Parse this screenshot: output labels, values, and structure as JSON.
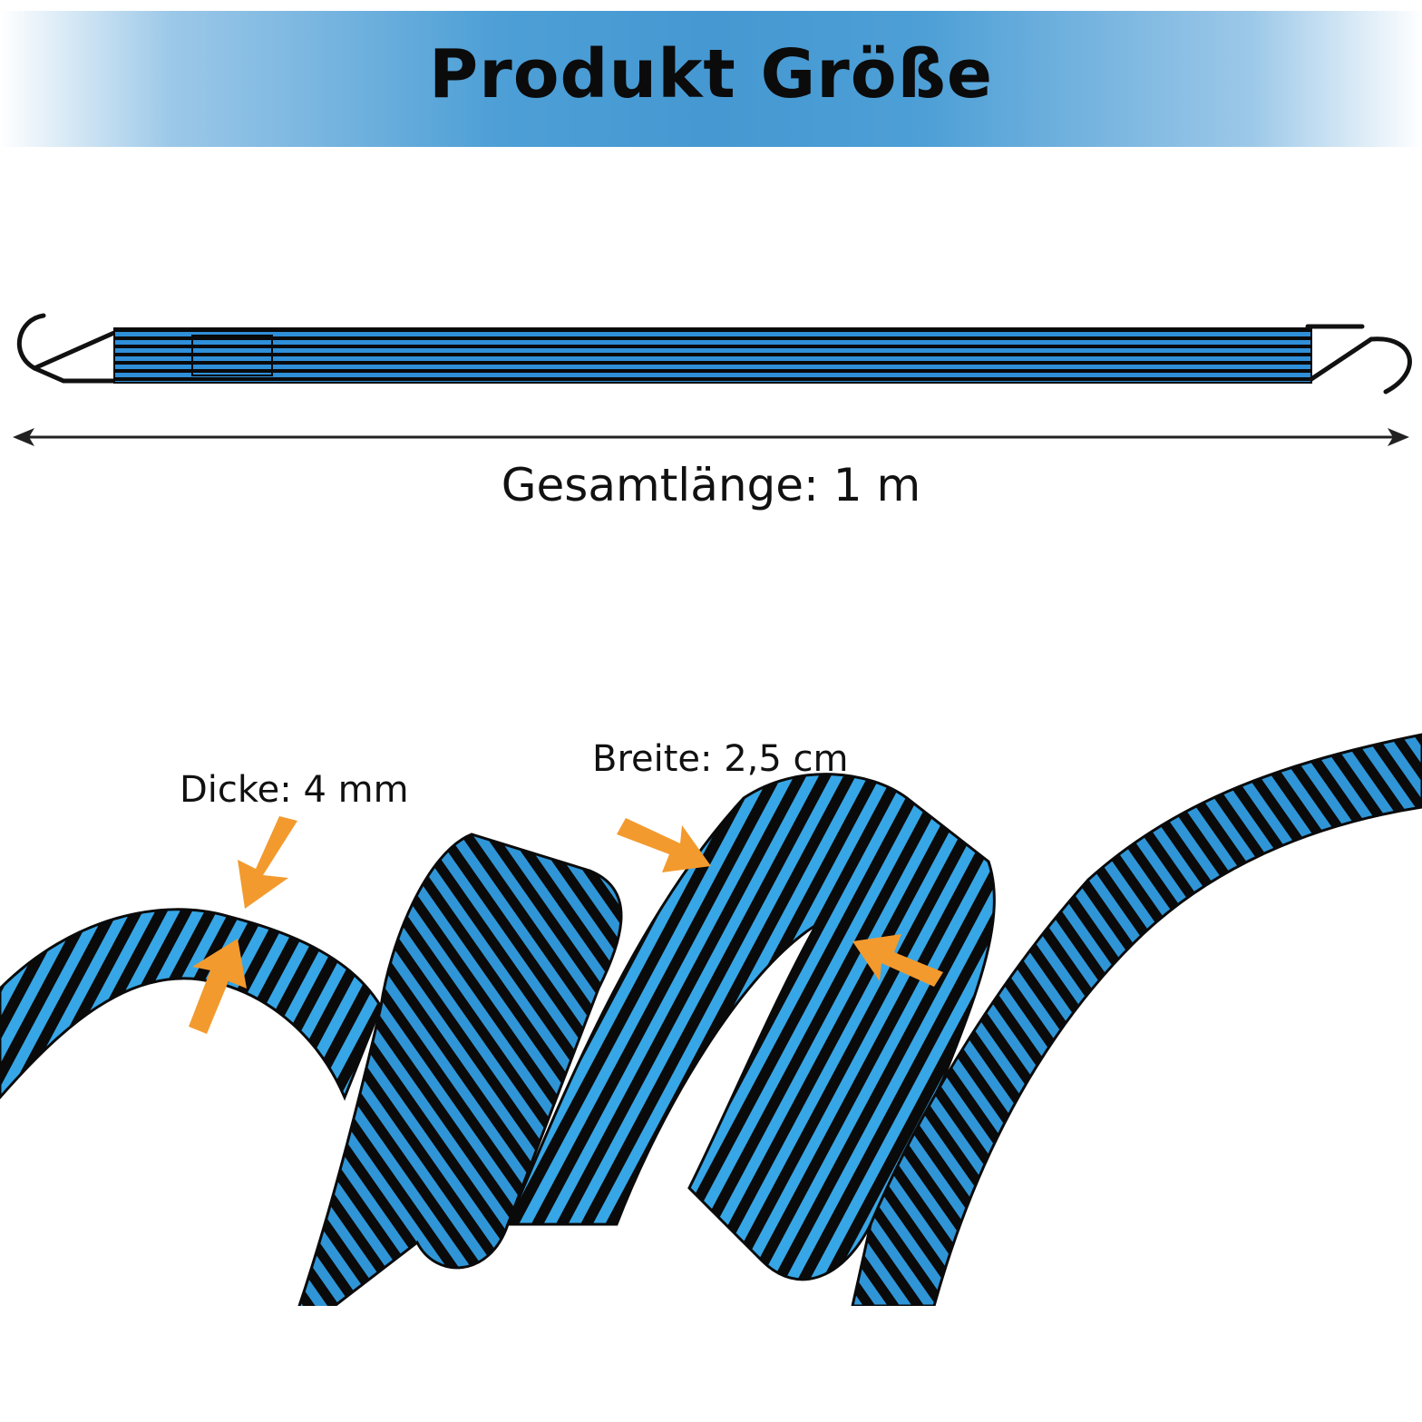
{
  "header": {
    "title": "Produkt Größe"
  },
  "product": {
    "total_length_label": "Gesamtlänge: 1 m",
    "thickness_label": "Dicke: 4 mm",
    "width_label": "Breite: 2,5 cm"
  },
  "colors": {
    "banner_blue": "#4698d2",
    "strap_blue": "#2f8fd8",
    "strap_stripe": "#0a0a0a",
    "arrow_orange": "#f39a2e"
  },
  "icons": {
    "left_hook": "s-hook-icon",
    "right_hook": "s-hook-icon",
    "dimension_arrow": "double-arrow-icon",
    "pointer_arrow": "orange-arrow-icon"
  }
}
